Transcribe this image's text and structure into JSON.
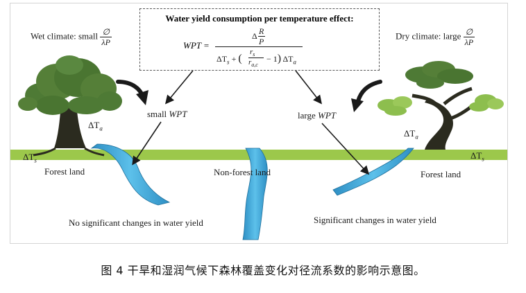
{
  "formula": {
    "title": "Water yield consumption per temperature effect:",
    "lhs": "WPT =",
    "num_delta": "Δ",
    "num_R": "R",
    "num_P": "P",
    "den_prefix": "ΔT",
    "den_sub_s": "s",
    "den_plus": "+",
    "den_rs": "r",
    "den_rs_sub": "s",
    "den_rac": "r",
    "den_rac_sub": "a,c",
    "den_minus_one": "− 1",
    "den_suffix": "ΔT",
    "den_sub_a": "a"
  },
  "left": {
    "climate_text": "Wet climate: small",
    "frac_num": "∅",
    "frac_den": "λP",
    "wpt_prefix": "small",
    "wpt_var": "WPT",
    "delta_ta": "ΔT",
    "delta_ta_sub": "a",
    "delta_ts": "ΔT",
    "delta_ts_sub": "s",
    "land_label": "Forest land",
    "result": "No significant changes in water yield"
  },
  "middle": {
    "land_label": "Non-forest land"
  },
  "right": {
    "climate_text": "Dry climate: large",
    "frac_num": "∅",
    "frac_den": "λP",
    "wpt_prefix": "large",
    "wpt_var": "WPT",
    "delta_ta": "ΔT",
    "delta_ta_sub": "a",
    "delta_ts": "ΔT",
    "delta_ts_sub": "s",
    "land_label": "Forest land",
    "result": "Significant changes in water yield"
  },
  "caption": "图 4  干旱和湿润气候下森林覆盖变化对径流系数的影响示意图。",
  "colors": {
    "ground": "#9cc84b",
    "tree_foliage": "#4e7a35",
    "tree_foliage_light": "#8dbe4e",
    "trunk": "#2b2b1f",
    "river": "#3aa6d8",
    "river_dark": "#1f6f9a"
  }
}
